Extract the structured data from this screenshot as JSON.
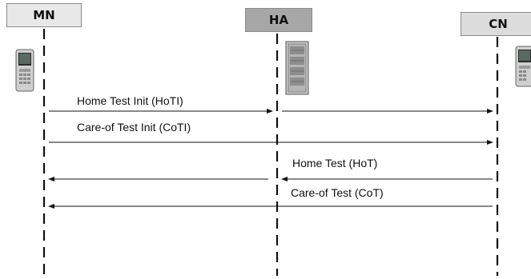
{
  "nodes": {
    "mn": "MN",
    "ha": "HA",
    "cn": "CN"
  },
  "messages": {
    "hoti": "Home Test Init (HoTI)",
    "coti": "Care-of Test Init (CoTI)",
    "hot": "Home Test (HoT)",
    "cot": "Care-of Test (CoT)"
  },
  "icons": {
    "mn": "mobile-phone-icon",
    "ha": "server-rack-icon",
    "cn": "mobile-phone-icon"
  }
}
